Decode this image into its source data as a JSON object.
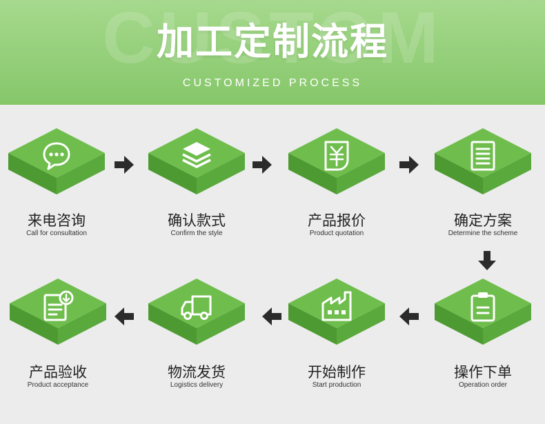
{
  "header": {
    "watermark": "CUSTOM",
    "title": "加工定制流程",
    "subtitle": "CUSTOMIZED PROCESS"
  },
  "colors": {
    "header_top": "#a6d98d",
    "header_bottom": "#86c76a",
    "tile_top": "#6fbe4d",
    "tile_left": "#4e9a32",
    "tile_right": "#5aa93d",
    "arrow": "#2b2b2b",
    "background": "#ececec"
  },
  "steps": [
    {
      "cn": "来电咨询",
      "en": "Call for consultation",
      "icon": "chat-bubble-icon"
    },
    {
      "cn": "确认款式",
      "en": "Confirm the style",
      "icon": "layers-icon"
    },
    {
      "cn": "产品报价",
      "en": "Product quotation",
      "icon": "yuan-document-icon"
    },
    {
      "cn": "确定方案",
      "en": "Determine the scheme",
      "icon": "document-lines-icon"
    },
    {
      "cn": "操作下单",
      "en": "Operation order",
      "icon": "clipboard-icon"
    },
    {
      "cn": "开始制作",
      "en": "Start production",
      "icon": "factory-icon"
    },
    {
      "cn": "物流发货",
      "en": "Logistics delivery",
      "icon": "truck-icon"
    },
    {
      "cn": "产品验收",
      "en": "Product acceptance",
      "icon": "document-download-icon"
    }
  ]
}
